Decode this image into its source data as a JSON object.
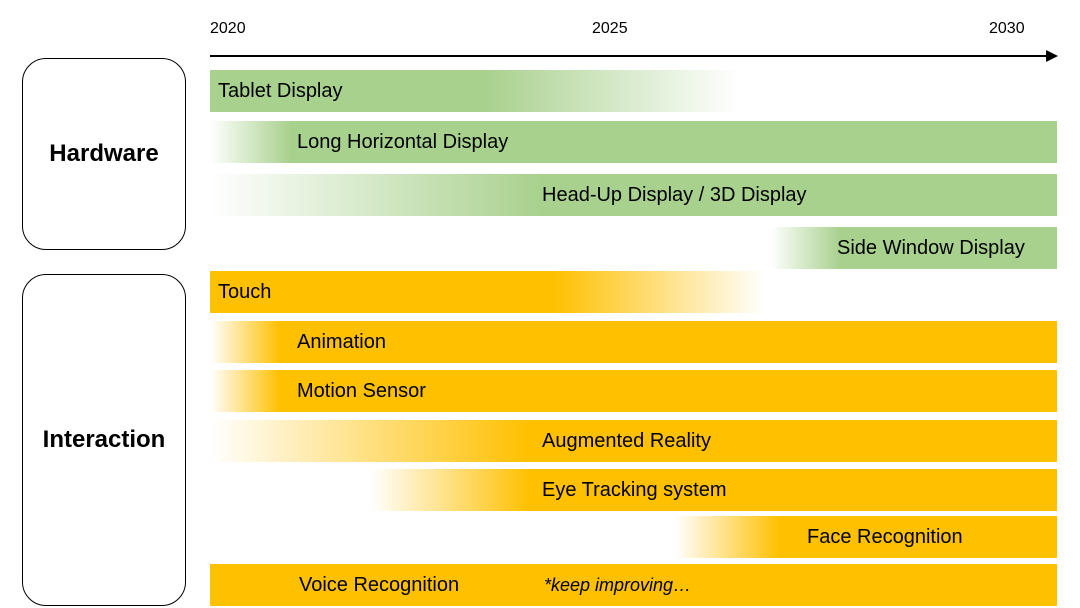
{
  "timeline": {
    "years": [
      "2020",
      "2025",
      "2030"
    ]
  },
  "groups": {
    "hardware": "Hardware",
    "interaction": "Interaction"
  },
  "hardware_bars": [
    {
      "label": "Tablet Display"
    },
    {
      "label": "Long Horizontal Display"
    },
    {
      "label": "Head-Up Display / 3D Display"
    },
    {
      "label": "Side Window Display"
    }
  ],
  "interaction_bars": [
    {
      "label": "Touch"
    },
    {
      "label": "Animation"
    },
    {
      "label": "Motion Sensor"
    },
    {
      "label": "Augmented Reality"
    },
    {
      "label": "Eye Tracking system"
    },
    {
      "label": "Face Recognition"
    },
    {
      "label": "Voice Recognition",
      "note": "*keep improving…"
    }
  ],
  "colors": {
    "hardware": "#a9d18e",
    "interaction": "#ffc000"
  }
}
